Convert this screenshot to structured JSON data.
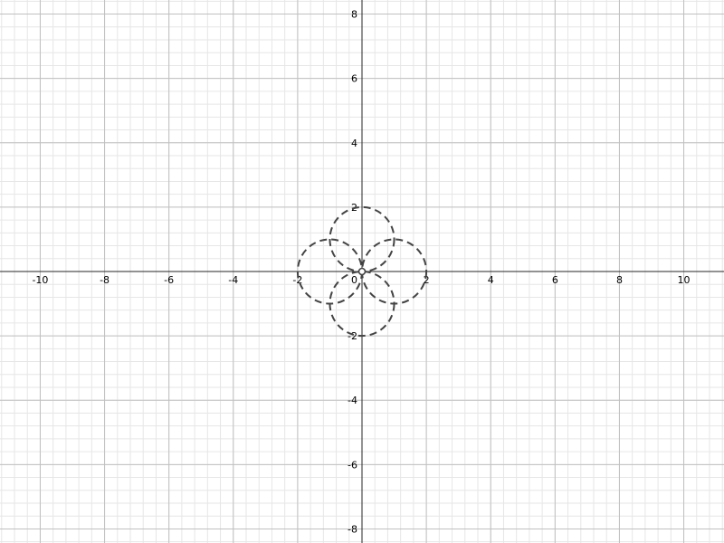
{
  "graph": {
    "x_range": [
      -11.25,
      11.25
    ],
    "y_range": [
      -8.4375,
      8.4375
    ],
    "major_step": 2,
    "minor_step": 0.4,
    "grid": true,
    "origin_label": "0",
    "x_ticks": [
      {
        "value": -10,
        "label": "-10"
      },
      {
        "value": -8,
        "label": "-8"
      },
      {
        "value": -6,
        "label": "-6"
      },
      {
        "value": -4,
        "label": "-4"
      },
      {
        "value": -2,
        "label": "-2"
      },
      {
        "value": 2,
        "label": "2"
      },
      {
        "value": 4,
        "label": "4"
      },
      {
        "value": 6,
        "label": "6"
      },
      {
        "value": 8,
        "label": "8"
      },
      {
        "value": 10,
        "label": "10"
      }
    ],
    "y_ticks": [
      {
        "value": 8,
        "label": "8"
      },
      {
        "value": 6,
        "label": "6"
      },
      {
        "value": 4,
        "label": "4"
      },
      {
        "value": 2,
        "label": "2"
      },
      {
        "value": -2,
        "label": "-2"
      },
      {
        "value": -4,
        "label": "-4"
      },
      {
        "value": -6,
        "label": "-6"
      },
      {
        "value": -8,
        "label": "-8"
      }
    ],
    "colors": {
      "minor_grid": "#e6e6e6",
      "major_grid": "#c0c0c0",
      "axis": "#252525",
      "circle_stroke": "#444444",
      "point_stroke": "#444444",
      "point_fill": "#ffffff"
    }
  },
  "circles": [
    {
      "name": "circle-top",
      "cx": 0,
      "cy": 1,
      "r": 1
    },
    {
      "name": "circle-right",
      "cx": 1,
      "cy": 0,
      "r": 1
    },
    {
      "name": "circle-bottom",
      "cx": 0,
      "cy": -1,
      "r": 1
    },
    {
      "name": "circle-left",
      "cx": -1,
      "cy": 0,
      "r": 1
    }
  ],
  "points": [
    {
      "name": "origin-point",
      "x": 0,
      "y": 0
    }
  ]
}
